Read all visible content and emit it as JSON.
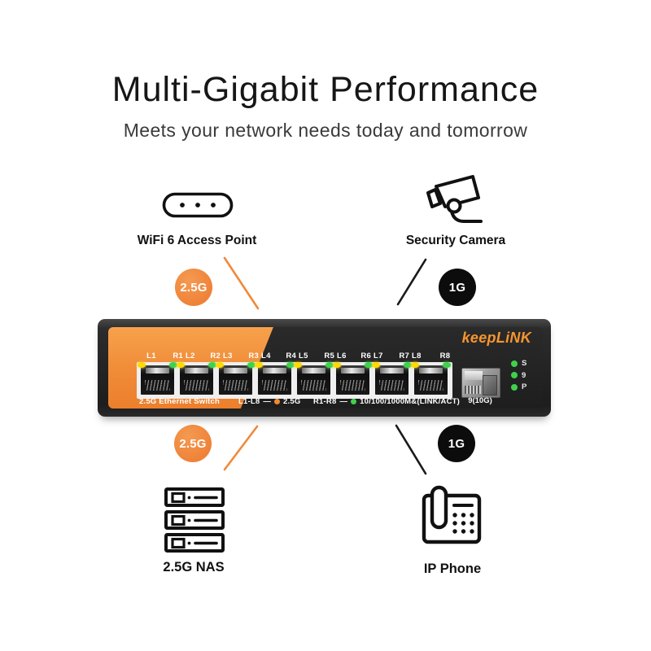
{
  "title": "Multi-Gigabit Performance",
  "subtitle": "Meets your network needs today and tomorrow",
  "devices": {
    "wifi_ap": {
      "label": "WiFi 6 Access Point",
      "badge": "2.5G"
    },
    "camera": {
      "label": "Security Camera",
      "badge": "1G"
    },
    "nas": {
      "label": "2.5G NAS",
      "badge": "2.5G"
    },
    "phone": {
      "label": "IP Phone",
      "badge": "1G"
    }
  },
  "switch": {
    "brand": "keepLiNK",
    "model_label": "2.5G Ethernet Switch",
    "port_count": 8,
    "port_labels": [
      "L1",
      "R1 L2",
      "R2 L3",
      "R3 L4",
      "R4 L5",
      "R5 L6",
      "R6 L7",
      "R7 L8",
      "R8"
    ],
    "legend_left": {
      "ports": "L1-L8",
      "dash": "—",
      "speed": "2.5G"
    },
    "legend_right": {
      "ports": "R1-R8",
      "dash": "—",
      "speed": "10/100/1000M&(LINK/ACT)"
    },
    "sfp_label": "9(10G)",
    "status_leds": [
      "S",
      "9",
      "P"
    ]
  },
  "colors": {
    "accent_orange": "#EF8A3D",
    "badge_black": "#0C0C0C",
    "led_green": "#3FD14B",
    "led_yellow": "#FFD900",
    "switch_body": "#232323"
  }
}
